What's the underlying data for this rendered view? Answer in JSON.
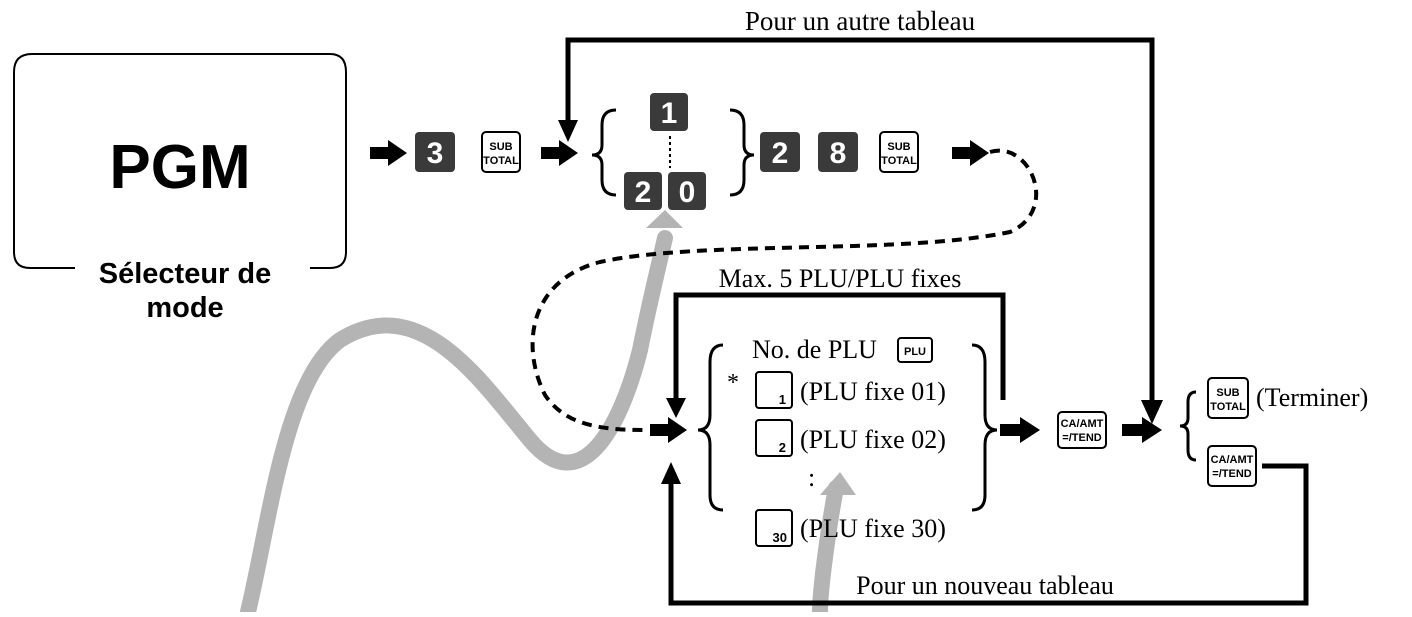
{
  "mode_box": {
    "title": "PGM",
    "caption_line1": "Sélecteur de",
    "caption_line2": "mode"
  },
  "keys": {
    "three": "3",
    "one": "1",
    "two": "2",
    "zero": "0",
    "eight": "8",
    "sub_line1": "SUB",
    "sub_line2": "TOTAL",
    "ca_line1": "CA/AMT",
    "ca_line2": "=/TEND",
    "plu": "PLU",
    "fixed_1": "1",
    "fixed_2": "2",
    "fixed_30": "30"
  },
  "labels": {
    "top_loop": "Pour un autre tableau",
    "max_loop": "Max. 5 PLU/PLU fixes",
    "bottom_loop": "Pour un nouveau tableau",
    "plu_no": "No. de PLU",
    "asterisk": "*",
    "fixe_01": "(PLU fixe 01)",
    "fixe_02": "(PLU fixe 02)",
    "colon": ":",
    "fixe_30": "(PLU fixe 30)",
    "terminer": "(Terminer)"
  },
  "colors": {
    "dark_key": "#3a3a3a",
    "line": "#000000",
    "gray_arrow": "#b4b4b4"
  }
}
